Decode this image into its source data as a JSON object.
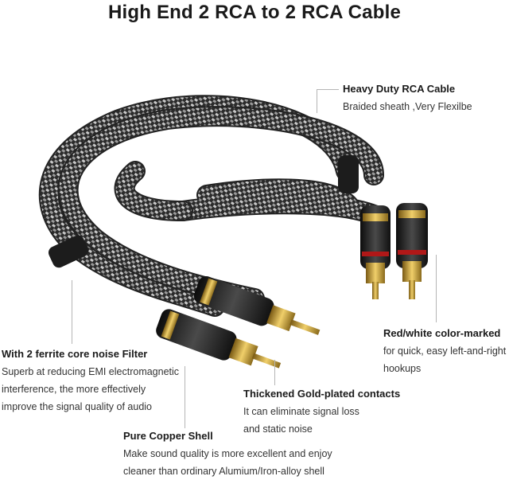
{
  "title": "High End 2 RCA to 2 RCA Cable",
  "colors": {
    "braid_dark": "#2b2b2b",
    "braid_light": "#c9c9c9",
    "gold": "#c9a23a",
    "plug_black": "#1e1e1e",
    "red_ring": "#b01818"
  },
  "features": {
    "heavy_duty": {
      "heading": "Heavy Duty RCA Cable",
      "lines": [
        "Braided sheath ,Very Flexilbe"
      ]
    },
    "color_marked": {
      "heading": "Red/white color-marked",
      "lines": [
        "for quick, easy left-and-right",
        "hookups"
      ]
    },
    "ferrite": {
      "heading": "With 2 ferrite core noise Filter",
      "lines": [
        "Superb at reducing EMI electromagnetic",
        "interference, the more effectively",
        "improve the signal quality of audio"
      ]
    },
    "gold_contacts": {
      "heading": "Thickened Gold-plated contacts",
      "lines": [
        "It can eliminate signal loss",
        "and static noise"
      ]
    },
    "copper_shell": {
      "heading": "Pure Copper Shell",
      "lines": [
        "Make sound quality is more excellent and enjoy",
        "cleaner than ordinary Alumium/Iron-alloy shell"
      ]
    }
  }
}
